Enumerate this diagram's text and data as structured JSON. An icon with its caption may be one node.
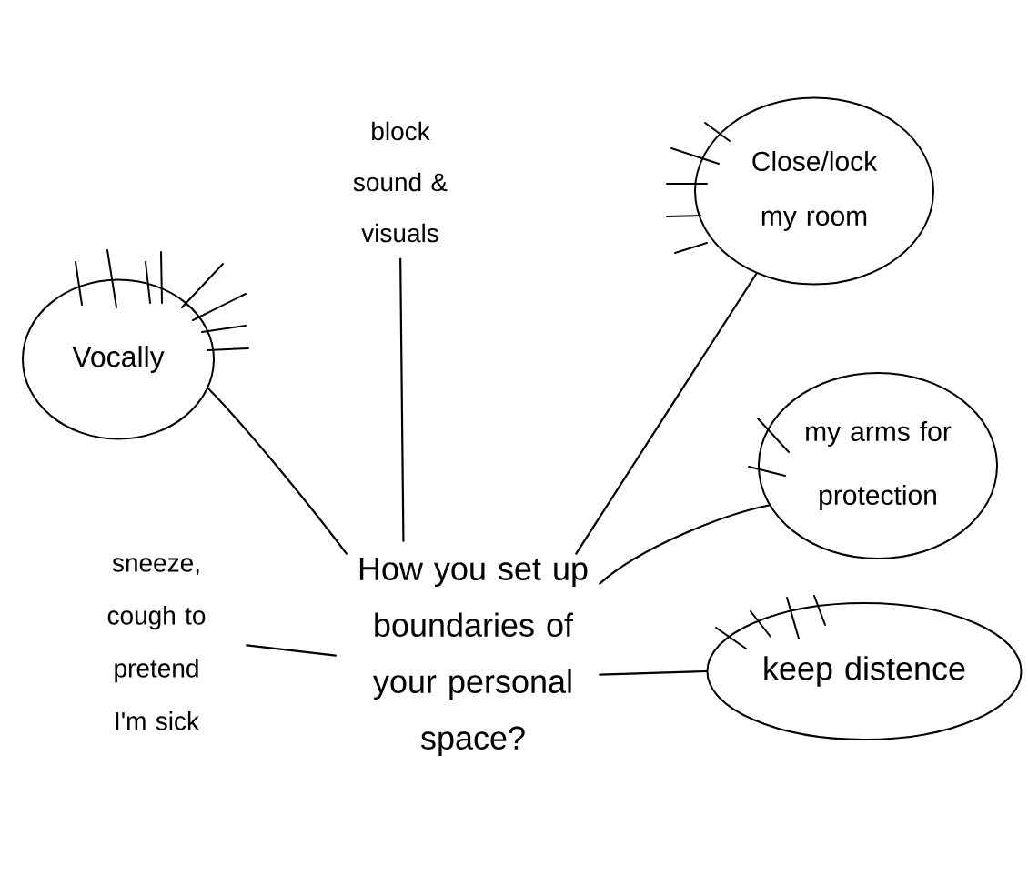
{
  "diagram": {
    "nodes": [
      {
        "text": [
          "How you set up boundaries of your personal space?"
        ]
      },
      {
        "text": [
          "block sound & visuals"
        ]
      },
      {
        "text": [
          "Close/lock my room"
        ]
      },
      {
        "text": [
          "Vocally"
        ]
      },
      {
        "text": [
          "my arms for protection"
        ]
      },
      {
        "text": [
          "sneeze, cough to pretend I'm sick"
        ]
      },
      {
        "text": [
          "keep distence"
        ]
      }
    ],
    "edges": [
      {
        "from": 0,
        "to": 1,
        "arrow": "none"
      },
      {
        "from": 0,
        "to": 2,
        "arrow": "none"
      },
      {
        "from": 0,
        "to": 3,
        "arrow": "none"
      },
      {
        "from": 0,
        "to": 4,
        "arrow": "none"
      },
      {
        "from": 0,
        "to": 5,
        "arrow": "none"
      },
      {
        "from": 0,
        "to": 6,
        "arrow": "none"
      }
    ]
  }
}
